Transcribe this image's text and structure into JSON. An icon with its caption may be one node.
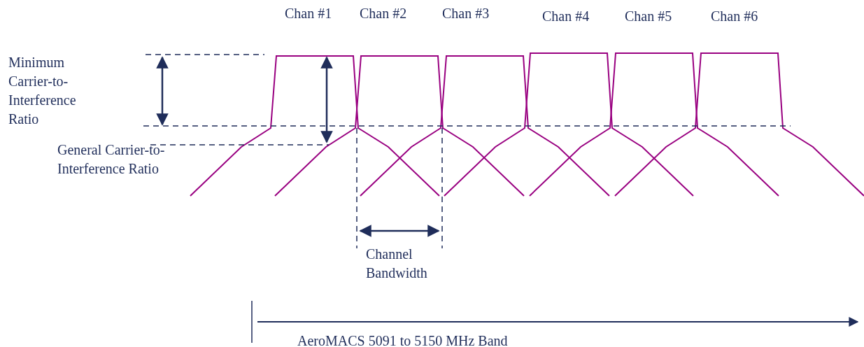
{
  "diagram": {
    "labels": [
      "Chan #1",
      "Chan #2",
      "Chan #3",
      "Chan #4",
      "Chan #5",
      "Chan #6",
      "Minimum Carrier-to-Interference Ratio",
      "General Carrier-to-Interference Ratio",
      "Channel Bandwidth",
      "AeroMACS 5091 to 5150 MHz Band"
    ]
  }
}
